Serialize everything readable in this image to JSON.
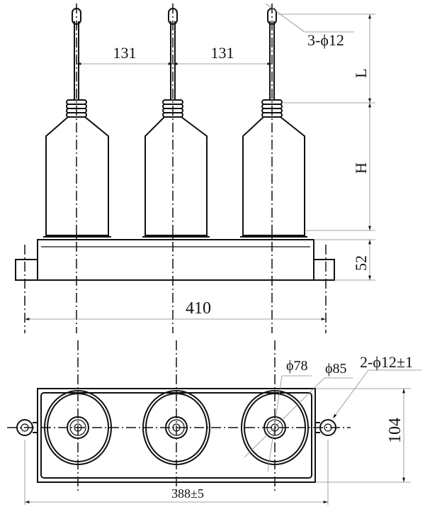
{
  "drawing": {
    "dimensions": {
      "terminal_holes": "3-ϕ12",
      "spacing_left": "131",
      "spacing_right": "131",
      "terminal_length": "L",
      "body_height": "H",
      "base_height": "52",
      "overall_width": "410",
      "inner_diameter": "ϕ78",
      "outer_diameter": "ϕ85",
      "mount_holes": "2-ϕ12±1",
      "base_depth": "104",
      "hole_spacing": "388±5"
    }
  }
}
